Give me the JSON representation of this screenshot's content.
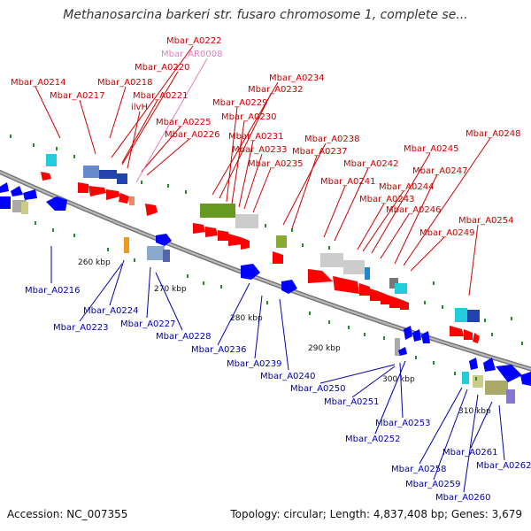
{
  "title": "Methanosarcina barkeri str. fusaro chromosome 1, complete se...",
  "accession": "Accession: NC_007355",
  "stats": "Topology: circular; Length: 4,837,408 bp; Genes: 3,679",
  "colors": {
    "forward_label": "#cc0000",
    "reverse_label": "#0000aa",
    "rna_label": "#e080c0",
    "forward_gene": "#ff0000",
    "reverse_gene": "#0000ff",
    "backbone": "#888888",
    "tick": "#228b22"
  },
  "ruler": [
    "260 kbp",
    "270 kbp",
    "280 kbp",
    "290 kbp",
    "300 kbp",
    "310 kbp"
  ],
  "forward_genes": [
    "Mbar_A0222",
    "Mbar_AR0008",
    "Mbar_A0220",
    "Mbar_A0214",
    "Mbar_A0218",
    "Mbar_A0217",
    "Mbar_A0221",
    "ilvH",
    "Mbar_A0225",
    "Mbar_A0226",
    "Mbar_A0234",
    "Mbar_A0232",
    "Mbar_A0229",
    "Mbar_A0230",
    "Mbar_A0231",
    "Mbar_A0233",
    "Mbar_A0235",
    "Mbar_A0238",
    "Mbar_A0237",
    "Mbar_A0242",
    "Mbar_A0241",
    "Mbar_A0248",
    "Mbar_A0245",
    "Mbar_A0247",
    "Mbar_A0244",
    "Mbar_A0243",
    "Mbar_A0246",
    "Mbar_A0254",
    "Mbar_A0249"
  ],
  "reverse_genes": [
    "Mbar_A0216",
    "Mbar_A0224",
    "Mbar_A0223",
    "Mbar_A0227",
    "Mbar_A0228",
    "Mbar_A0236",
    "Mbar_A0239",
    "Mbar_A0240",
    "Mbar_A0250",
    "Mbar_A0251",
    "Mbar_A0253",
    "Mbar_A0252",
    "Mbar_A0258",
    "Mbar_A0261",
    "Mbar_A0262",
    "Mbar_A0259",
    "Mbar_A0260"
  ]
}
